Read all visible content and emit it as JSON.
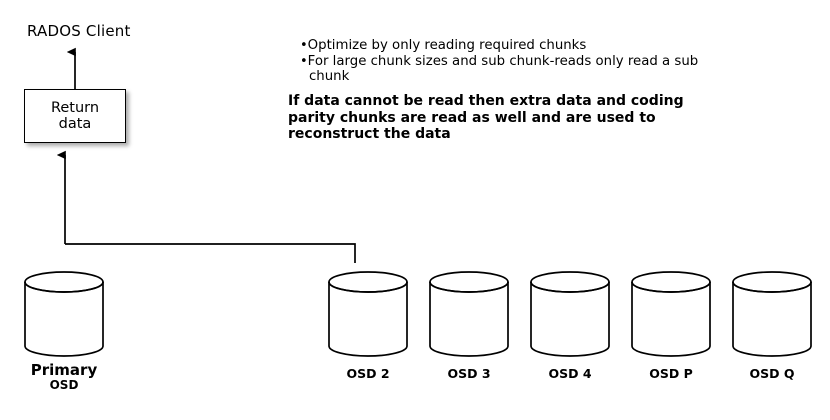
{
  "diagram": {
    "title": "RADOS erasure-coded read path",
    "background": "#ffffff",
    "stroke": "#000000"
  },
  "client": {
    "label": "RADOS Client"
  },
  "return_box": {
    "label": "Return\ndata"
  },
  "notes": {
    "bullets": [
      "Optimize by only reading required chunks",
      "For large chunk sizes and sub chunk-reads only read a sub chunk"
    ],
    "bullet_glyph": "•",
    "paragraph": "If data cannot be read then extra data and coding parity chunks are read as well and are used to reconstruct the data"
  },
  "primary_osd": {
    "label_line1": "Primary",
    "label_line2": "OSD"
  },
  "osd_nodes": [
    {
      "label": "OSD 2"
    },
    {
      "label": "OSD 3"
    },
    {
      "label": "OSD 4"
    },
    {
      "label": "OSD P"
    },
    {
      "label": "OSD Q"
    }
  ],
  "arrows": {
    "client_arrow": "arrow-up-to-client",
    "primary_arrow": "arrow-up-to-return-box"
  }
}
